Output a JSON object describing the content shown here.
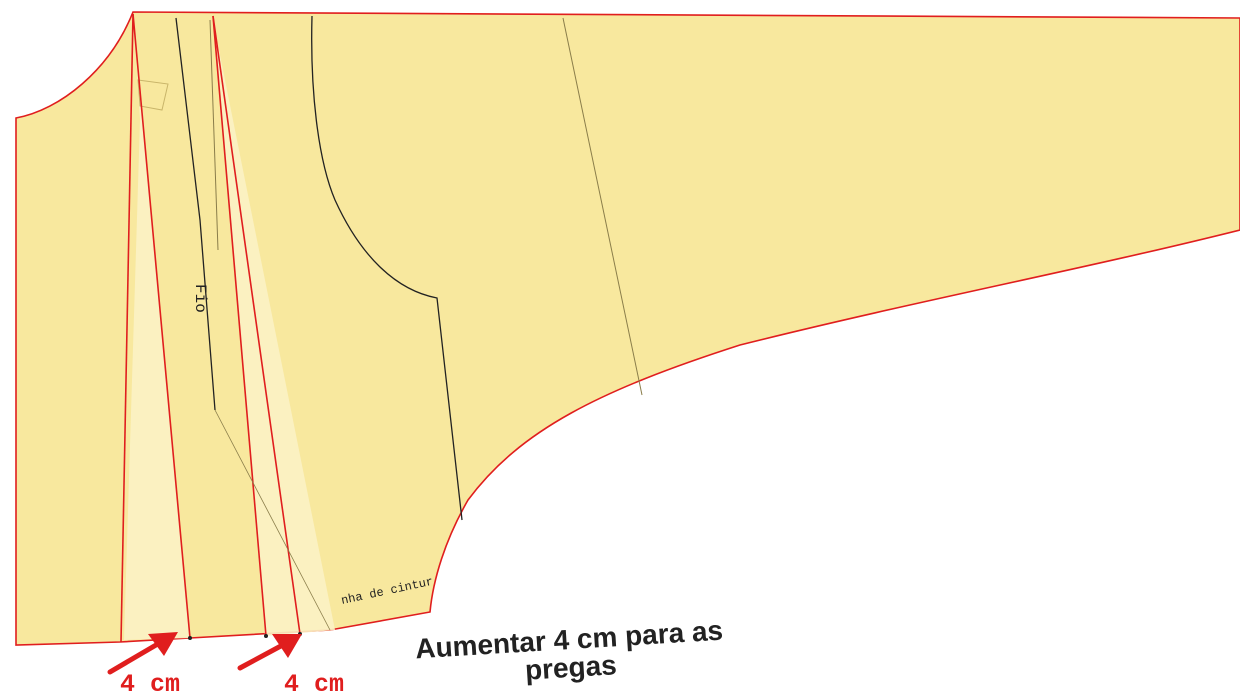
{
  "pattern": {
    "grain_label": "Fio",
    "waist_label": "nha de cintur",
    "paper_color": "#f8e89e",
    "cut_line_color": "#e01e1e",
    "pleat_shade_color": "#fbf2c4",
    "pencil_line_color": "#222222"
  },
  "annotations": {
    "left_measure": "4 cm",
    "right_measure": "4 cm",
    "caption_line1": "Aumentar 4 cm para as",
    "caption_line2": "pregas"
  },
  "icons": {
    "arrow": "arrow-up-right-icon"
  }
}
